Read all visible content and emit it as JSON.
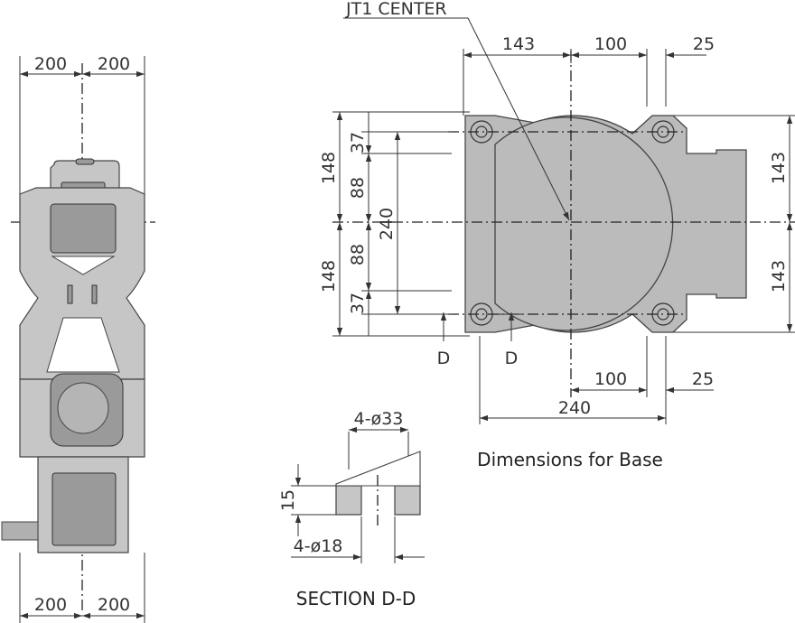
{
  "labels": {
    "jt1_center": "JT1 CENTER",
    "caption_base": "Dimensions for Base",
    "caption_section": "SECTION D-D",
    "section_mark_left": "D",
    "section_mark_right": "D"
  },
  "dimensions": {
    "side_top_left": "200",
    "side_top_right": "200",
    "side_bottom_left": "200",
    "side_bottom_right": "200",
    "base_top_143": "143",
    "base_top_100": "100",
    "base_top_25": "25",
    "base_bottom_100": "100",
    "base_bottom_25": "25",
    "base_bottom_240": "240",
    "left_148_upper": "148",
    "left_148_lower": "148",
    "left_37_upper": "37",
    "left_88_upper": "88",
    "left_88_lower": "88",
    "left_37_lower": "37",
    "left_240": "240",
    "right_143_upper": "143",
    "right_143_lower": "143",
    "section_hole": "4-ø33",
    "section_thread": "4-ø18",
    "section_depth": "15"
  },
  "colors": {
    "part_fill": "#c6c6c6",
    "part_dark": "#9a9a9a",
    "line": "#333333"
  }
}
